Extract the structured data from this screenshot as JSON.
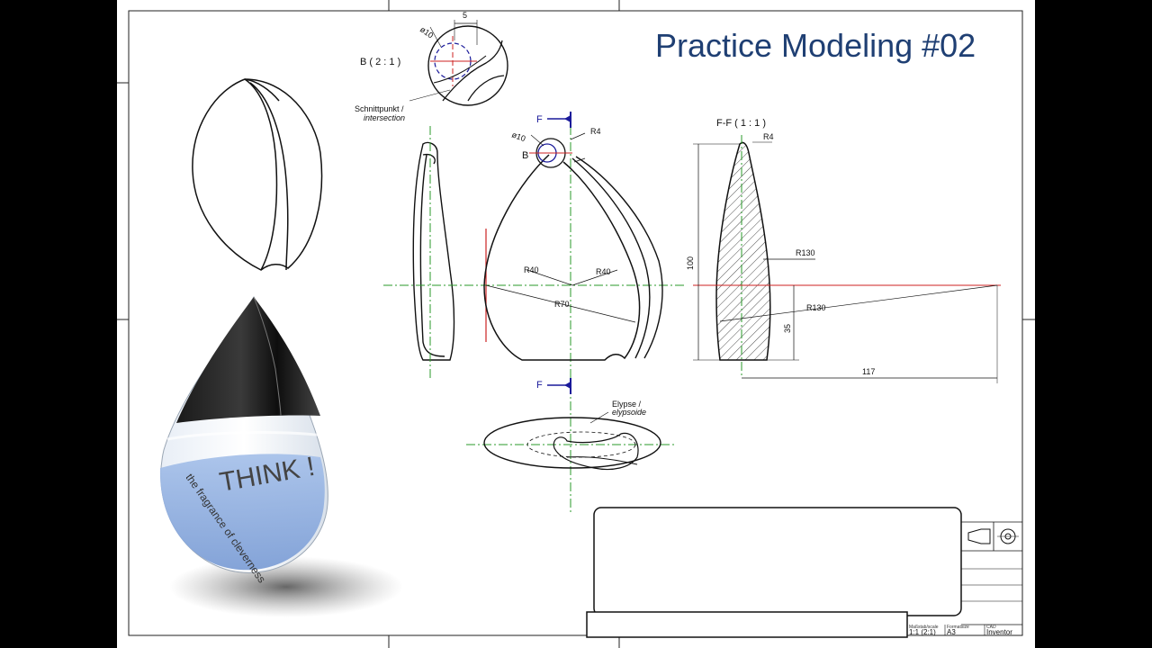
{
  "title": "Practice Modeling #02",
  "detail": {
    "label": "B ( 2 : 1 )",
    "dim_width": "5",
    "dia": "ø10",
    "note_line1": "Schnittpunkt /",
    "note_line2": "intersection"
  },
  "front_view": {
    "dia": "ø10",
    "r_small": "R4",
    "b_label": "B",
    "section_mark": "F",
    "r40_left": "R40",
    "r40_right": "R40",
    "r70": "R70"
  },
  "section_view": {
    "label": "F-F ( 1 : 1 )",
    "r4": "R4",
    "r130_upper": "R130",
    "r130_lower": "R130",
    "height": "100",
    "offset": "35",
    "length": "117"
  },
  "top_view": {
    "note_line1": "Elypse /",
    "note_line2": "elypsoide"
  },
  "product": {
    "brand": "THINK !",
    "tagline": "the fragrance of cleverness"
  },
  "title_block": {
    "scale_label": "Maßstab/scale",
    "scale_value": "1:1 (2:1)",
    "format_label": "Formatsize",
    "format_value": "A3",
    "cad_label": "CAD",
    "cad_value": "Inventor"
  },
  "colors": {
    "title": "#1f3f73",
    "center_line": "#2a9a2a",
    "red_line": "#cc2222",
    "blue_mark": "#1a1a9a",
    "liquid": "#8fb0e0"
  }
}
